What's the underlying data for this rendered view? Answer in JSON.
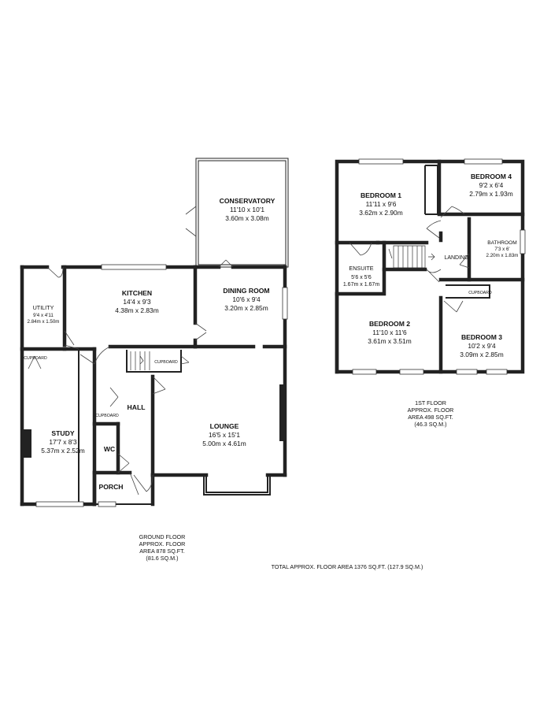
{
  "ground_floor": {
    "rooms": [
      {
        "id": "conservatory",
        "name": "CONSERVATORY",
        "imperial": "11'10 x 10'1",
        "metric": "3.60m x 3.08m"
      },
      {
        "id": "kitchen",
        "name": "KITCHEN",
        "imperial": "14'4 x 9'3",
        "metric": "4.38m x 2.83m"
      },
      {
        "id": "dining",
        "name": "DINING ROOM",
        "imperial": "10'6 x 9'4",
        "metric": "3.20m x 2.85m"
      },
      {
        "id": "utility",
        "name": "UTILITY",
        "imperial": "9'4 x 4'11",
        "metric": "2.84m x 1.50m"
      },
      {
        "id": "study",
        "name": "STUDY",
        "imperial": "17'7 x 8'3",
        "metric": "5.37m x 2.52m"
      },
      {
        "id": "lounge",
        "name": "LOUNGE",
        "imperial": "16'5 x 15'1",
        "metric": "5.00m x 4.61m"
      }
    ],
    "labels": {
      "hall": "HALL",
      "wc": "WC",
      "porch": "PORCH",
      "cupboard_utility": "CUPBOARD",
      "cupboard_hall": "CUPBOARD",
      "cupboard_stairs": "CUPBOARD"
    },
    "area_note": [
      "GROUND FLOOR",
      "APPROX. FLOOR",
      "AREA 878 SQ.FT.",
      "(81.6 SQ.M.)"
    ]
  },
  "first_floor": {
    "rooms": [
      {
        "id": "bed1",
        "name": "BEDROOM 1",
        "imperial": "11'11 x 9'6",
        "metric": "3.62m x 2.90m"
      },
      {
        "id": "bed4",
        "name": "BEDROOM 4",
        "imperial": "9'2 x 6'4",
        "metric": "2.79m x 1.93m"
      },
      {
        "id": "bath",
        "name": "BATHROOM",
        "imperial": "7'3 x 6'",
        "metric": "2.20m x 1.83m"
      },
      {
        "id": "ensuite",
        "name": "ENSUITE",
        "imperial": "5'6 x 5'6",
        "metric": "1.67m x 1.67m"
      },
      {
        "id": "bed2",
        "name": "BEDROOM 2",
        "imperial": "11'10 x 11'6",
        "metric": "3.61m x 3.51m"
      },
      {
        "id": "bed3",
        "name": "BEDROOM 3",
        "imperial": "10'2 x 9'4",
        "metric": "3.09m x 2.85m"
      }
    ],
    "labels": {
      "landing": "LANDING",
      "cupboard": "CUPBOARD"
    },
    "area_note": [
      "1ST FLOOR",
      "APPROX. FLOOR",
      "AREA 498 SQ.FT.",
      "(46.3 SQ.M.)"
    ]
  },
  "total_note": "TOTAL APPROX. FLOOR AREA 1376 SQ.FT. (127.9 SQ.M.)"
}
